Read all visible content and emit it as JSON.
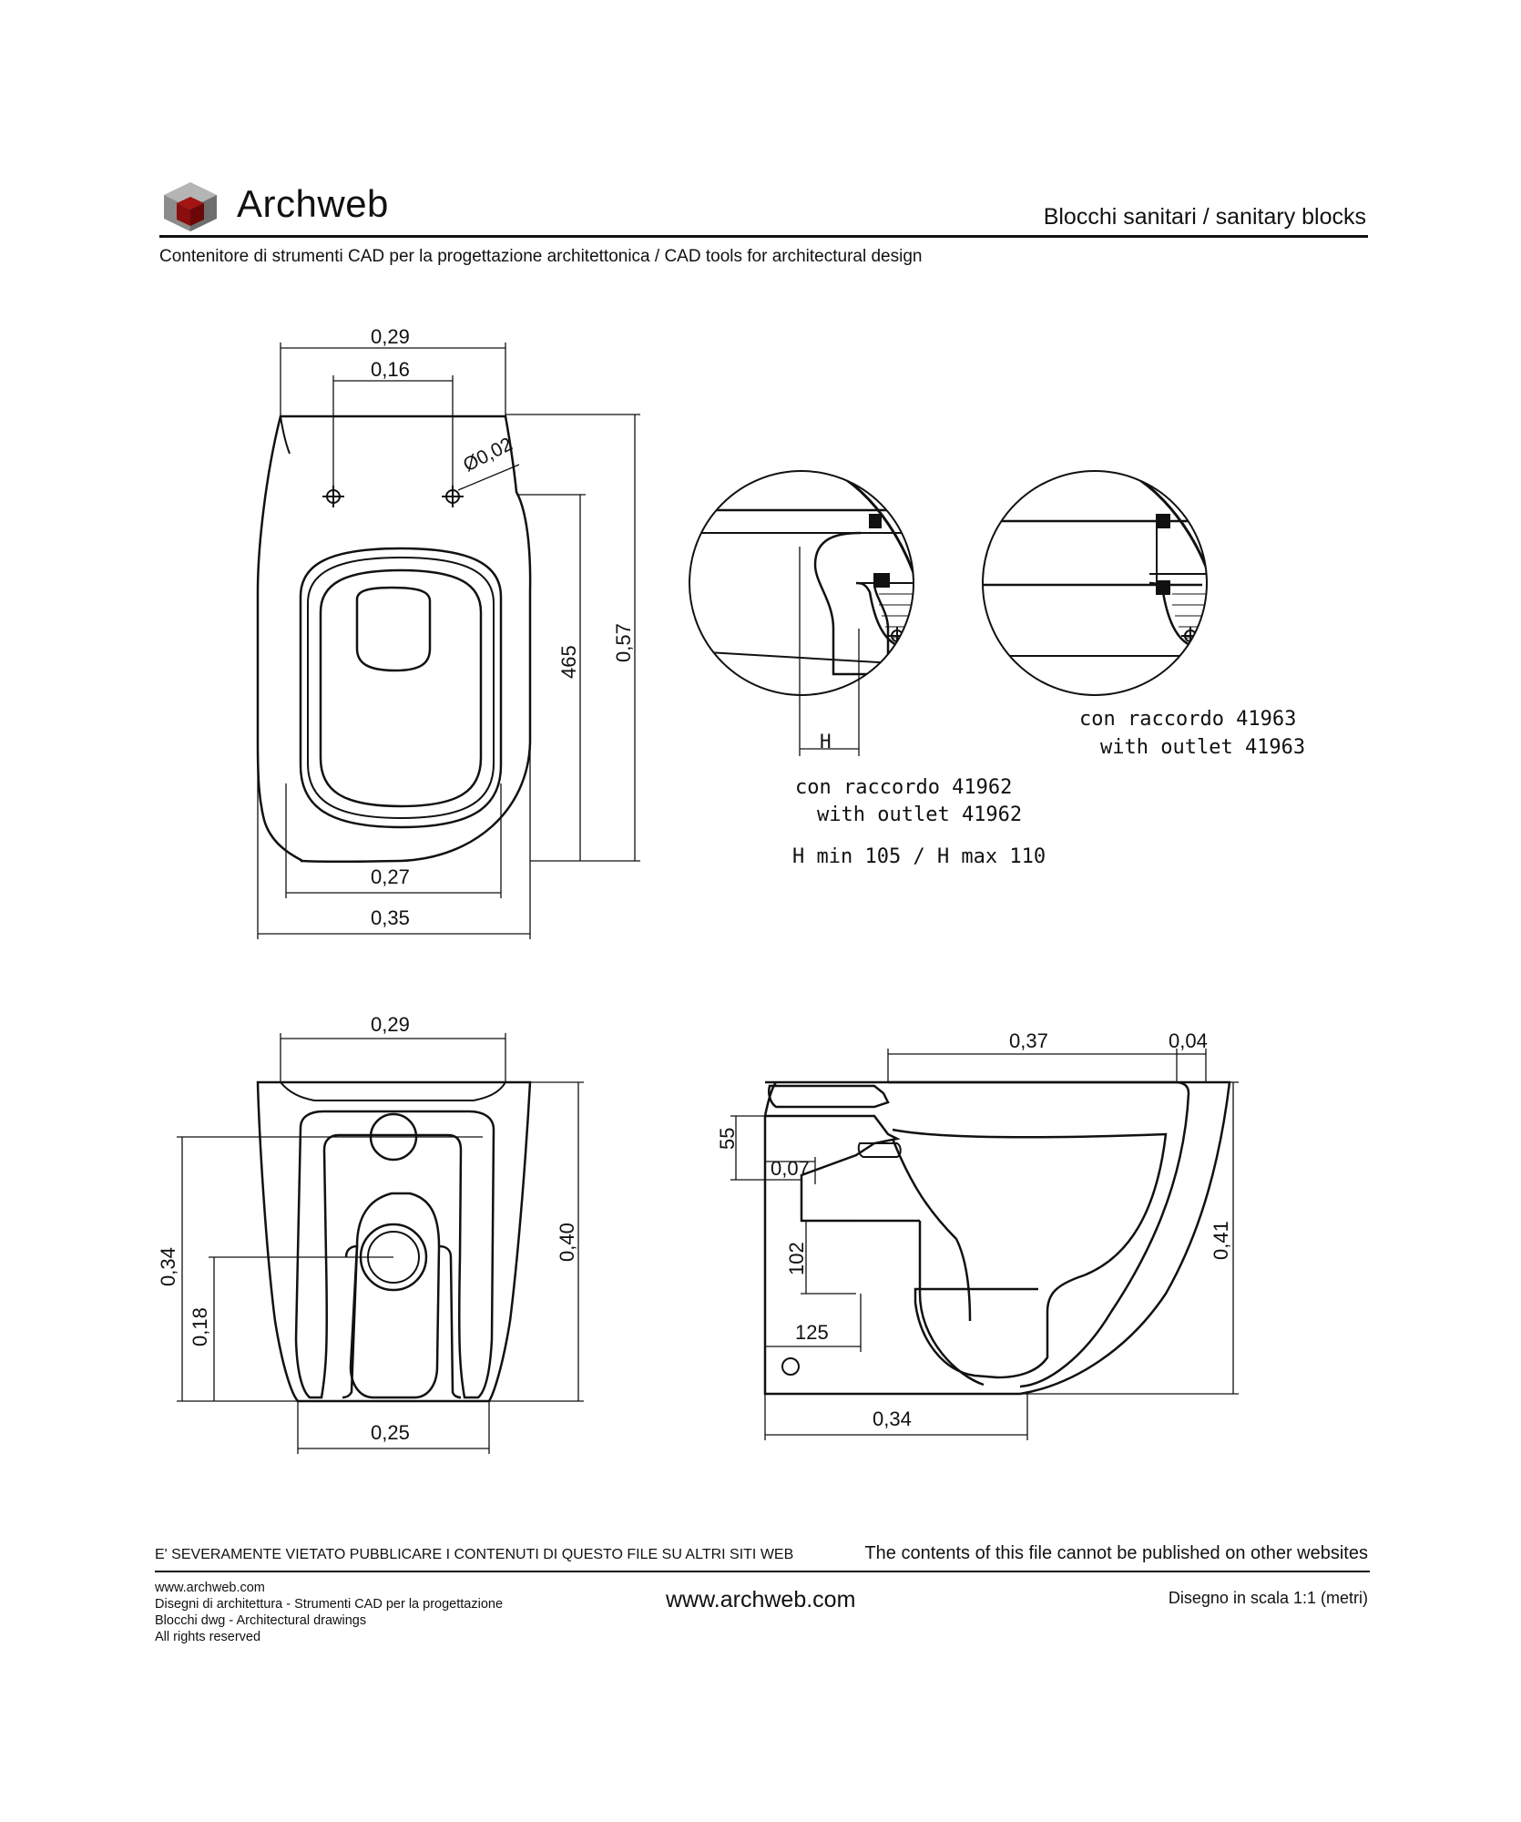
{
  "header": {
    "logo_text": "Archweb",
    "section_title": "Blocchi sanitari / sanitary blocks",
    "subtitle": "Contenitore di strumenti CAD per la progettazione architettonica  /  CAD tools for architectural design"
  },
  "plan_view": {
    "dim_width_top": "0,29",
    "dim_holes": "0,16",
    "dim_hole_diameter": "Ø0,02",
    "dim_depth_inner": "465",
    "dim_depth_total": "0,57",
    "dim_bowl_width": "0,27",
    "dim_width_total": "0,35"
  },
  "detail_a": {
    "h_label": "H",
    "caption_it": "con raccordo 41962",
    "caption_en": "with outlet 41962",
    "h_range": "H min 105 / H max 110"
  },
  "detail_b": {
    "caption_it": "con raccordo 41963",
    "caption_en": "with outlet 41963"
  },
  "rear_view": {
    "dim_width_top": "0,29",
    "dim_height_total": "0,40",
    "dim_height_upper_outlet": "0,34",
    "dim_height_lower_outlet": "0,18",
    "dim_base_width": "0,25"
  },
  "side_view": {
    "dim_length": "0,37",
    "dim_overhang": "0,04",
    "dim_height": "0,41",
    "dim_55": "55",
    "dim_007": "0,07",
    "dim_102": "102",
    "dim_125": "125",
    "dim_base_length": "0,34"
  },
  "footer": {
    "warning_it": "E' SEVERAMENTE VIETATO PUBBLICARE I CONTENUTI DI QUESTO FILE SU ALTRI SITI WEB",
    "warning_en": "The contents of this file cannot be published on other websites",
    "line1": "www.archweb.com",
    "line2": "Disegni di architettura - Strumenti CAD  per la progettazione",
    "line3": "Blocchi dwg - Architectural drawings",
    "line4": "All rights reserved",
    "center_url": "www.archweb.com",
    "scale": "Disegno in scala 1:1 (metri)"
  },
  "colors": {
    "logo_red": "#8b0d0d",
    "logo_gray": "#8c8c8c",
    "ink": "#111111"
  }
}
